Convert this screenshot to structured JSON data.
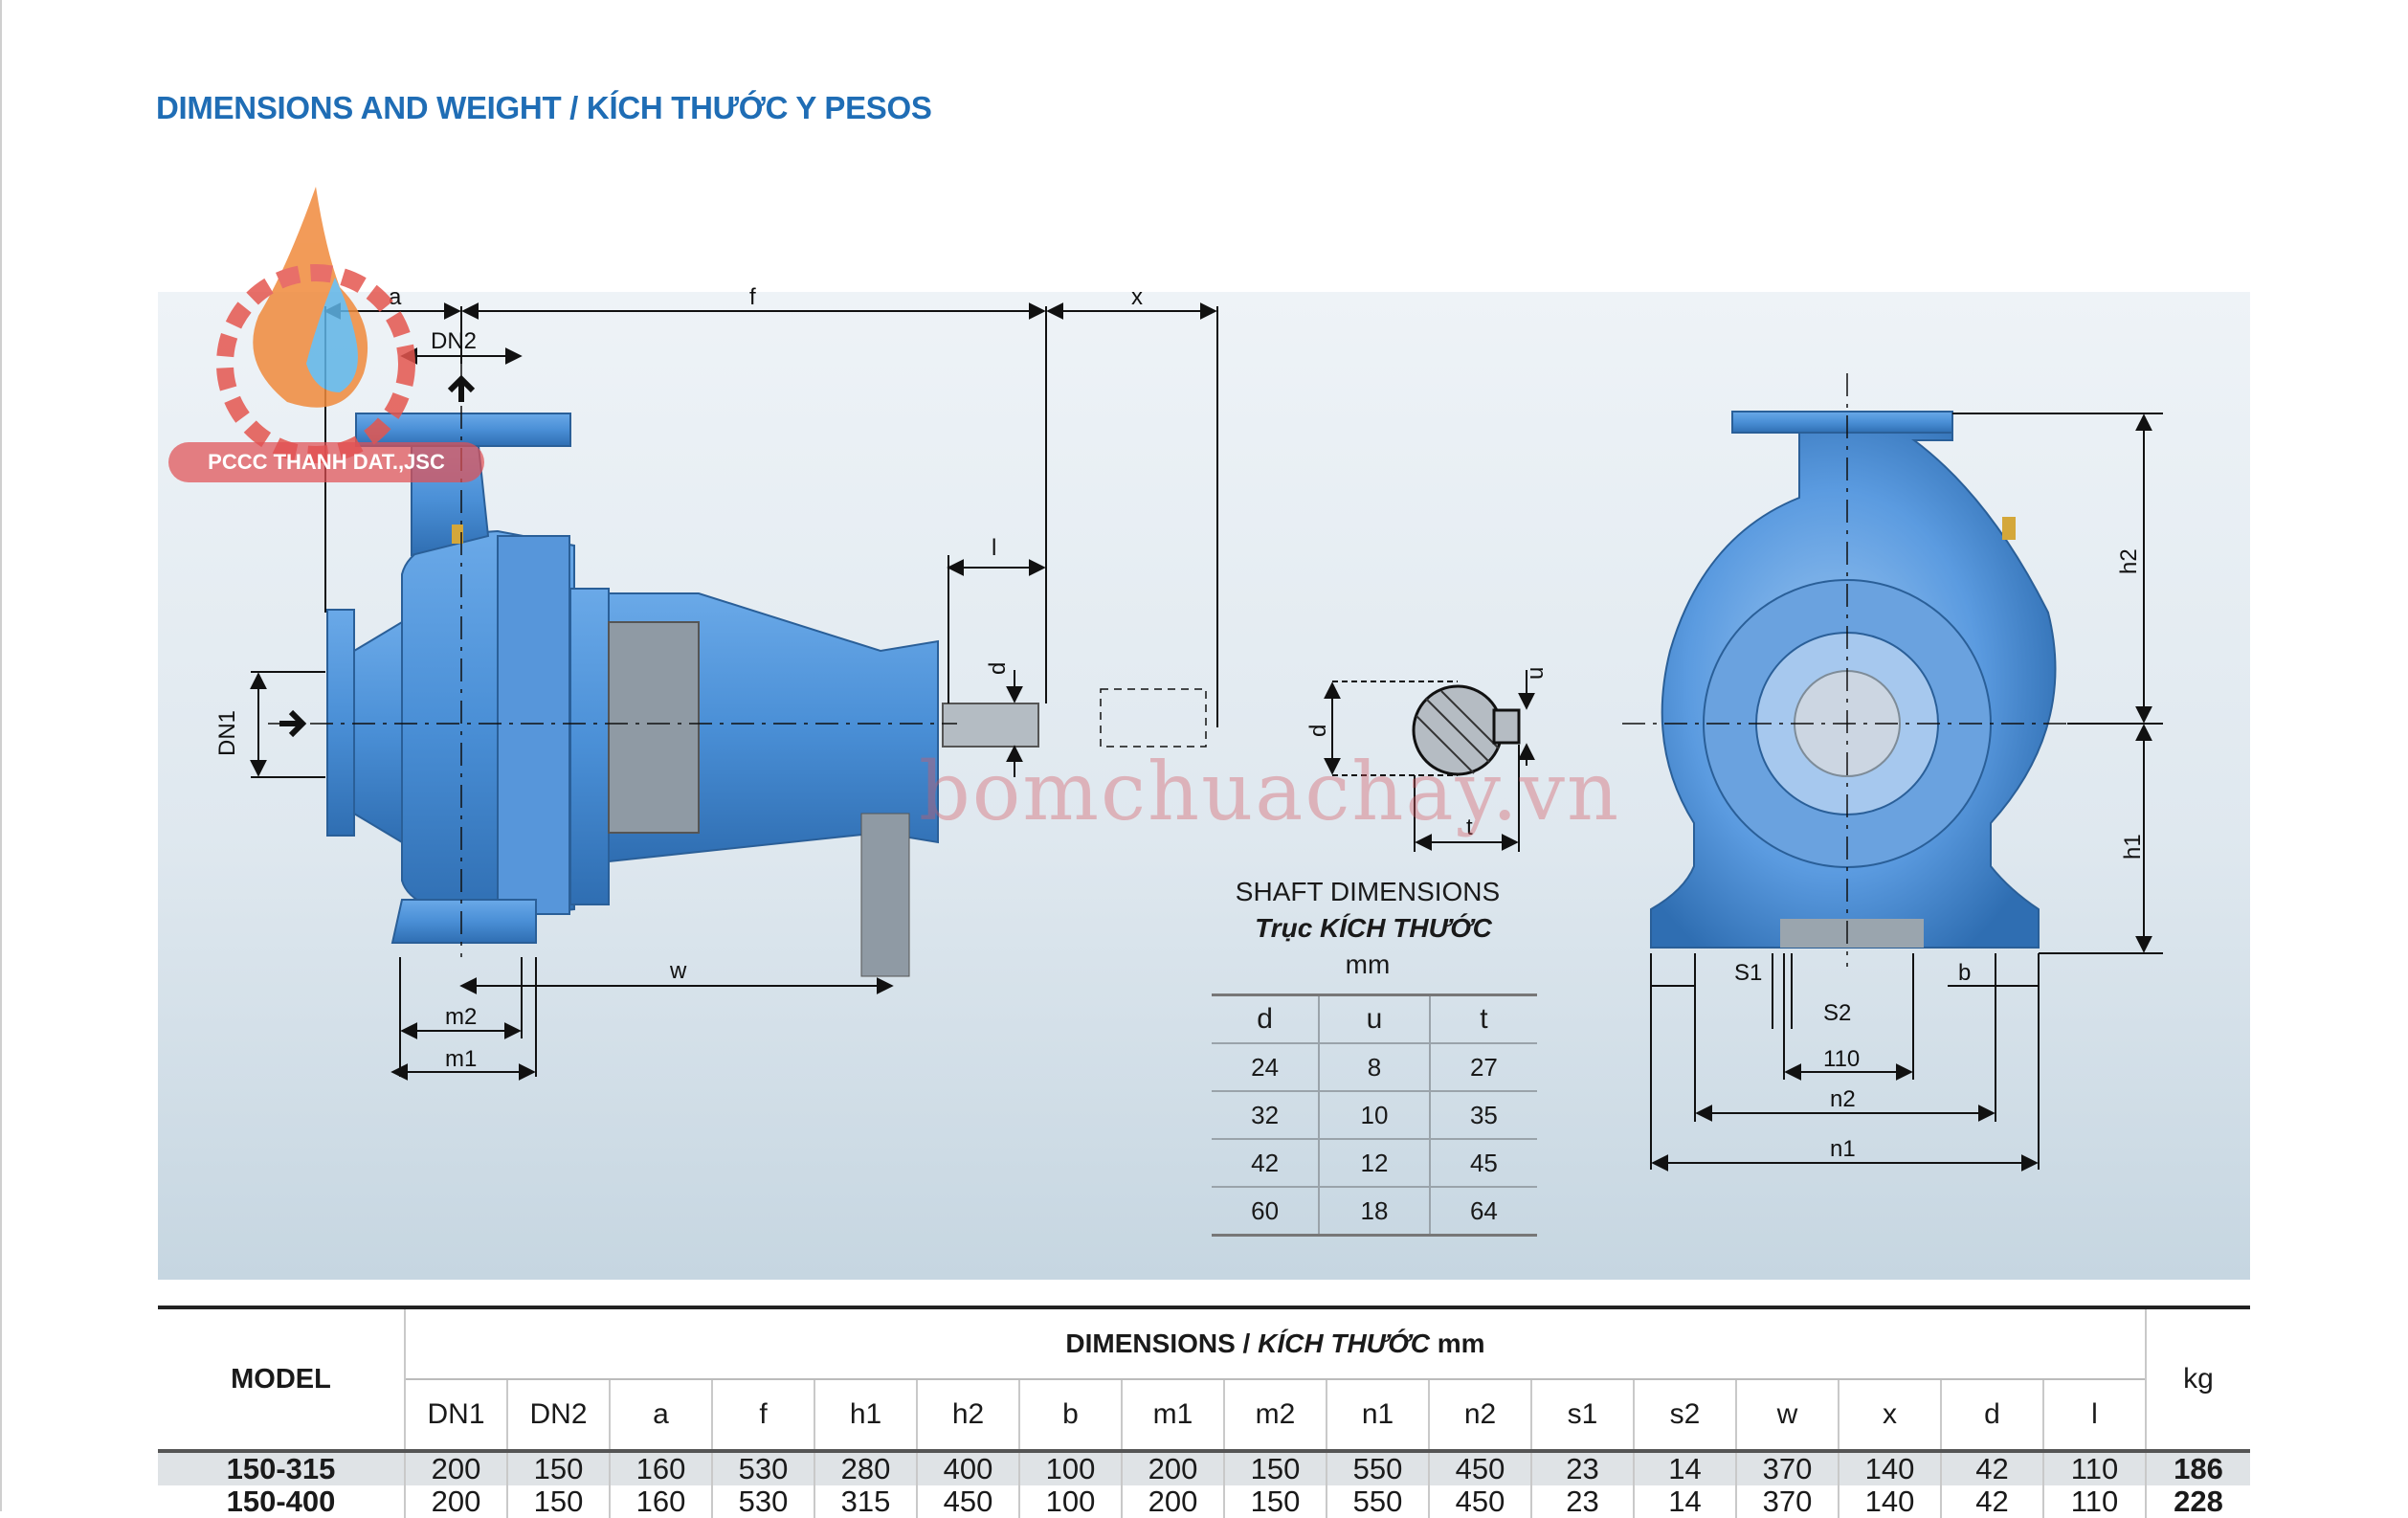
{
  "header": {
    "title": "DIMENSIONS AND WEIGHT / KÍCH THƯỚC Y PESOS"
  },
  "logo": {
    "text": "PCCC THANH DAT.,JSC"
  },
  "watermark": {
    "text": "bomchuachay.vn"
  },
  "drawing_labels": {
    "a": "a",
    "f": "f",
    "x": "x",
    "dn2": "DN2",
    "dn1": "DN1",
    "l": "l",
    "d": "d",
    "w": "w",
    "m2": "m2",
    "m1": "m1",
    "u": "u",
    "t": "t",
    "h2": "h2",
    "h1": "h1",
    "s1": "S1",
    "s2": "S2",
    "b": "b",
    "n1": "n1",
    "n2": "n2",
    "v110": "110"
  },
  "shaft": {
    "title": "SHAFT DIMENSIONS",
    "subtitle": "Trục KÍCH THƯỚC",
    "unit": "mm",
    "headers": [
      "d",
      "u",
      "t"
    ],
    "rows": [
      [
        "24",
        "8",
        "27"
      ],
      [
        "32",
        "10",
        "35"
      ],
      [
        "42",
        "12",
        "45"
      ],
      [
        "60",
        "18",
        "64"
      ]
    ]
  },
  "dimensions_table": {
    "model_header": "MODEL",
    "dims_header_prefix": "DIMENSIONS / ",
    "dims_header_italic": "KÍCH THƯỚC",
    "dims_header_unit": " mm",
    "kg_header": "kg",
    "columns": [
      "DN1",
      "DN2",
      "a",
      "f",
      "h1",
      "h2",
      "b",
      "m1",
      "m2",
      "n1",
      "n2",
      "s1",
      "s2",
      "w",
      "x",
      "d",
      "l"
    ],
    "rows": [
      {
        "model": "150-315",
        "values": [
          "200",
          "150",
          "160",
          "530",
          "280",
          "400",
          "100",
          "200",
          "150",
          "550",
          "450",
          "23",
          "14",
          "370",
          "140",
          "42",
          "110"
        ],
        "kg": "186"
      },
      {
        "model": "150-400",
        "values": [
          "200",
          "150",
          "160",
          "530",
          "315",
          "450",
          "100",
          "200",
          "150",
          "550",
          "450",
          "23",
          "14",
          "370",
          "140",
          "42",
          "110"
        ],
        "kg": "228"
      }
    ]
  },
  "colors": {
    "title_blue": "#1f6db5",
    "pump_blue": "#4a8fd6",
    "pump_dark": "#2f6eb2",
    "watermark": "#d65a60"
  }
}
